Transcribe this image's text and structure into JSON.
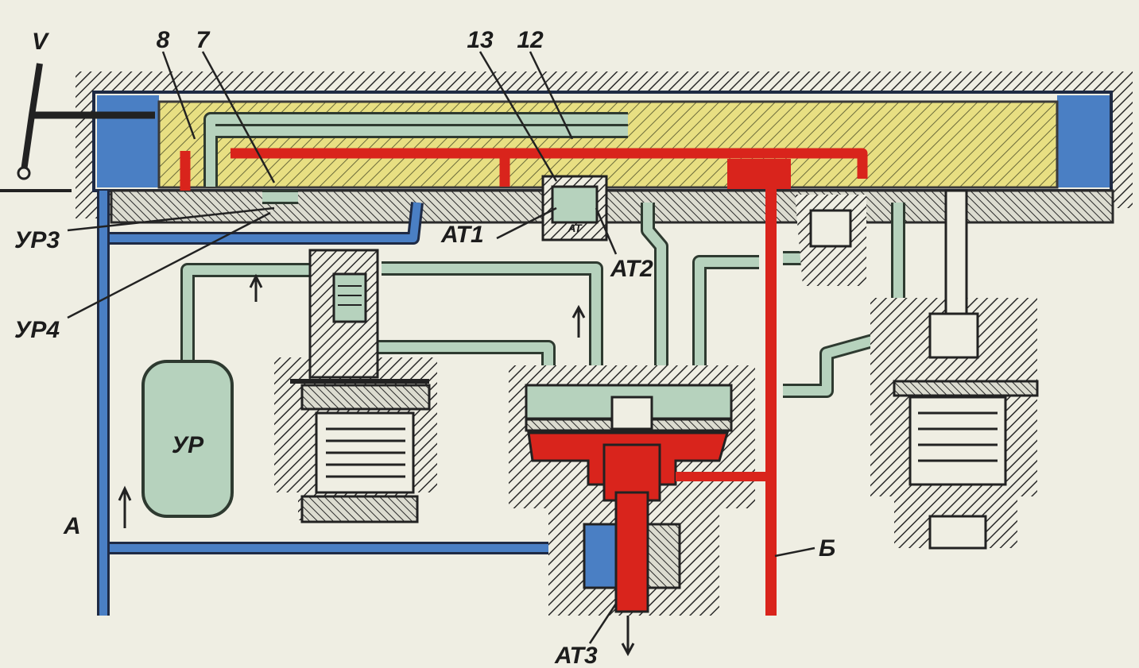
{
  "labels": {
    "v": "V",
    "n8": "8",
    "n7": "7",
    "n13": "13",
    "n12": "12",
    "ur3": "УР3",
    "ur4": "УР4",
    "at1": "АТ1",
    "at2": "АТ2",
    "at3": "АТ3",
    "ur": "УР",
    "a": "А",
    "b": "Б",
    "at_small": "АТ"
  },
  "colors": {
    "background": "#efeee3",
    "hatch": "#2a2a2a",
    "body": "#3a3a3a",
    "supply_blue": "#4a7fc4",
    "feed_green": "#b6d2bd",
    "brake_red": "#d9241c",
    "slide_yellow": "#e8df82"
  }
}
